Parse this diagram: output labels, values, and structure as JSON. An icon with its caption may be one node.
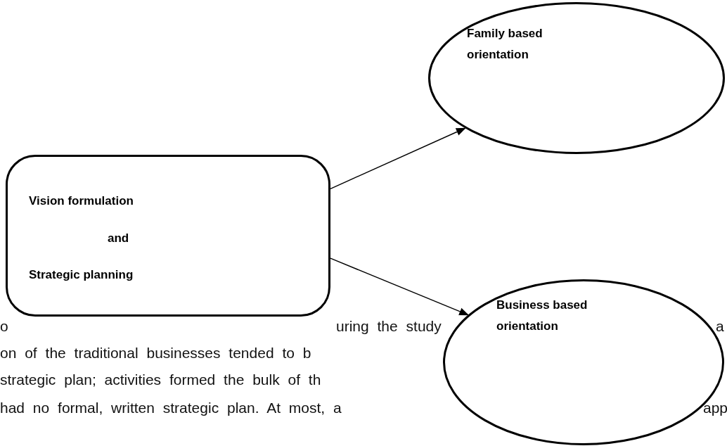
{
  "diagram": {
    "nodes": [
      {
        "text": [
          "Vision formulation",
          "and",
          "Strategic planning"
        ]
      },
      {
        "text": [
          "Family based orientation"
        ]
      },
      {
        "text": [
          "Business based orientation"
        ]
      }
    ],
    "edges": [
      {
        "from": 0,
        "to": 1,
        "arrow": "to"
      },
      {
        "from": 0,
        "to": 2,
        "arrow": "to"
      }
    ],
    "labels": [
      "o",
      "uring the study",
      "a",
      "on of the traditional businesses tended to b",
      "strategic plan; activities formed the bulk of th",
      "had no formal, written strategic plan. At most, a",
      "app"
    ]
  }
}
